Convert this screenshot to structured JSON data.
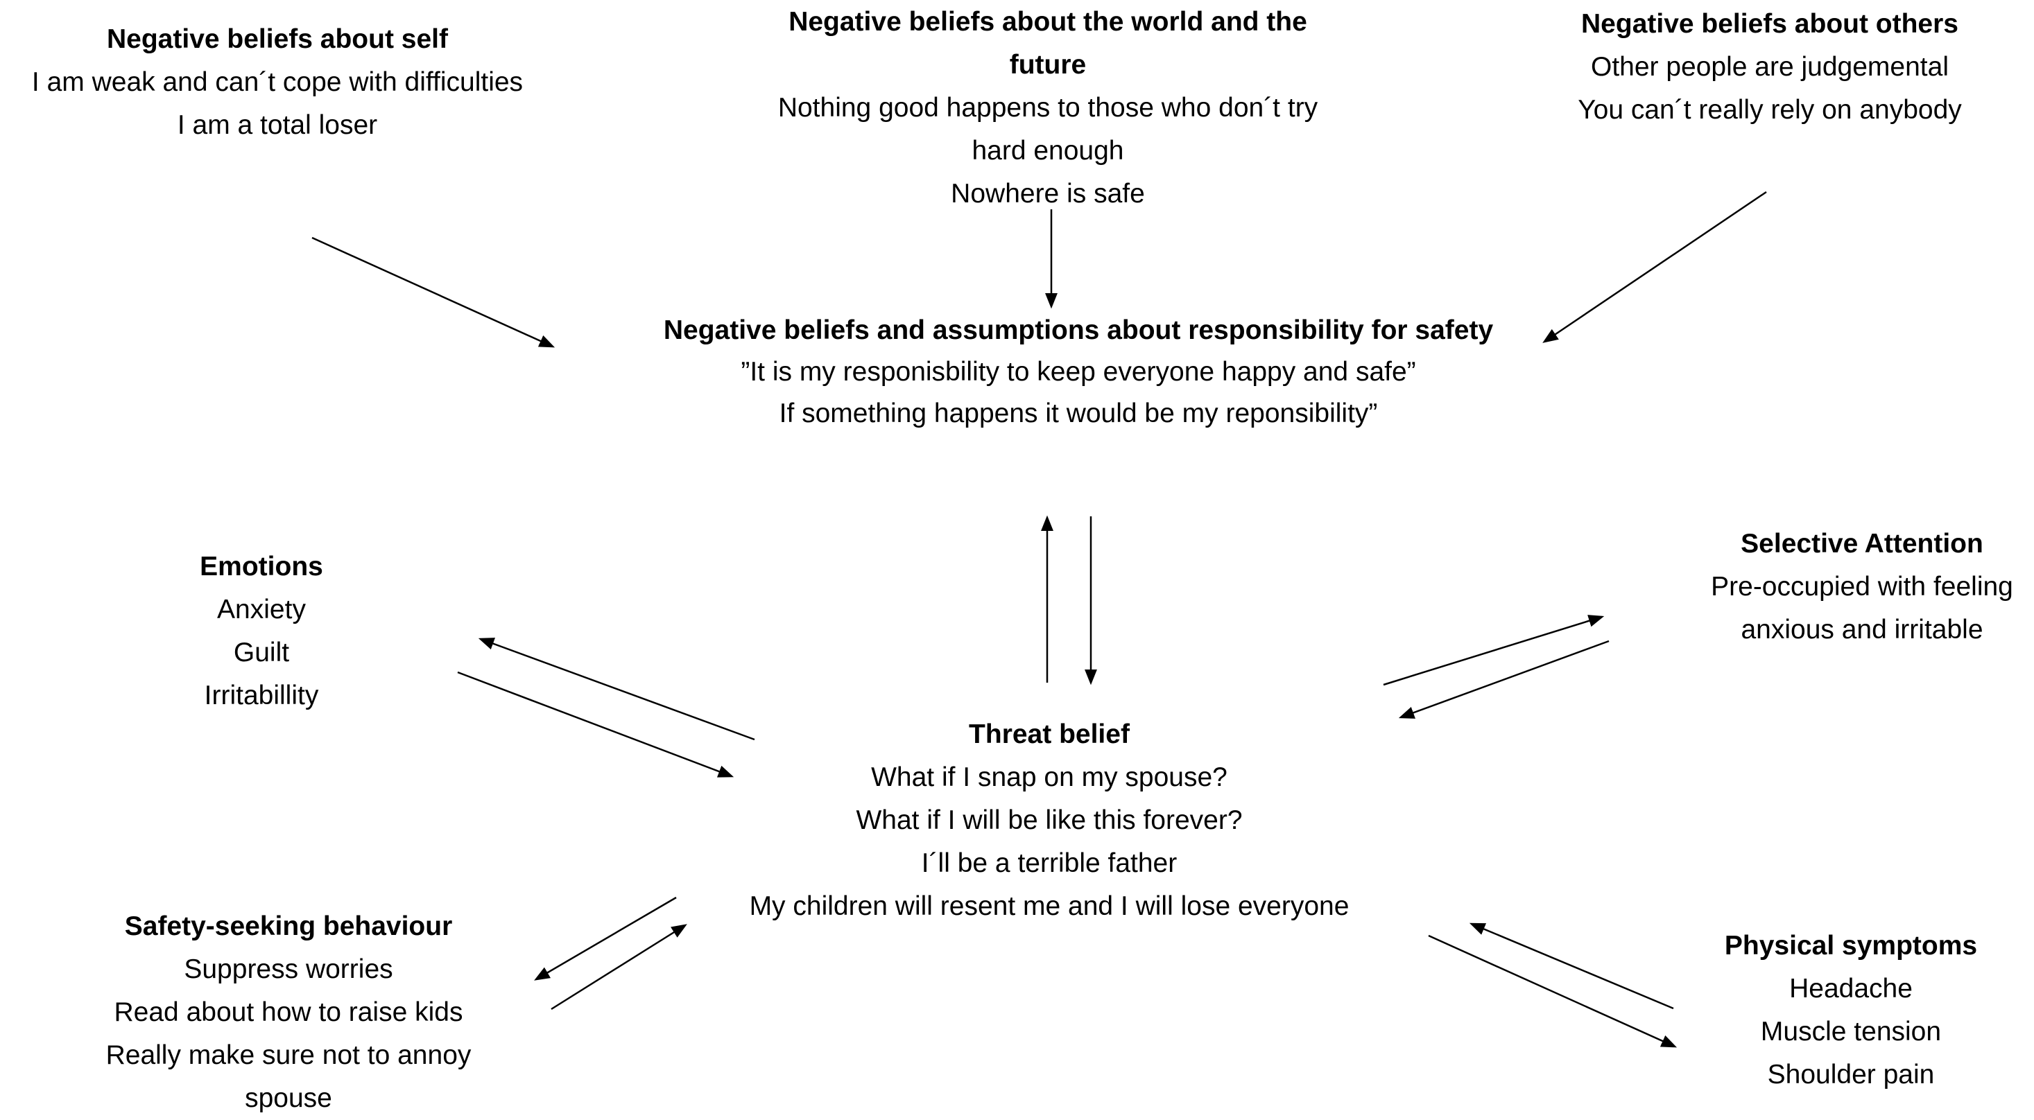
{
  "diagram": {
    "background_color": "#ffffff",
    "text_color": "#000000",
    "nodes": {
      "beliefs_self": {
        "title_lines": [
          "Negative beliefs about self"
        ],
        "lines": [
          "I am weak and can´t cope with difficulties",
          "I am a total loser"
        ]
      },
      "beliefs_world": {
        "title_lines": [
          "Negative beliefs about the world and the",
          "future"
        ],
        "lines": [
          "Nothing good happens to those who don´t try",
          "hard enough",
          "Nowhere is safe"
        ]
      },
      "beliefs_others": {
        "title_lines": [
          "Negative beliefs about others"
        ],
        "lines": [
          "Other people are judgemental",
          "You can´t really rely on anybody"
        ]
      },
      "responsibility": {
        "title_lines": [
          "Negative beliefs and assumptions about responsibility for safety"
        ],
        "lines": [
          "”It is my responisbility to keep everyone happy and safe”",
          "If something happens it would be my reponsibility”"
        ]
      },
      "threat": {
        "title_lines": [
          "Threat belief"
        ],
        "lines": [
          "What if I snap on my spouse?",
          "What if I will be like this forever?",
          "I´ll be a terrible father",
          "My children will resent me and I will lose everyone"
        ]
      },
      "emotions": {
        "title_lines": [
          "Emotions"
        ],
        "lines": [
          "Anxiety",
          "Guilt",
          "Irritabillity"
        ]
      },
      "selective_attention": {
        "title_lines": [
          "Selective Attention"
        ],
        "lines": [
          "Pre-occupied with feeling",
          "anxious and irritable"
        ]
      },
      "safety_behaviour": {
        "title_lines": [
          "Safety-seeking behaviour"
        ],
        "lines": [
          "Suppress worries",
          "Read about how to raise kids",
          "Really make sure not to annoy",
          "spouse"
        ]
      },
      "physical_symptoms": {
        "title_lines": [
          "Physical symptoms"
        ],
        "lines": [
          "Headache",
          "Muscle tension",
          "Shoulder pain"
        ]
      }
    },
    "edges": [
      {
        "from": "beliefs_self",
        "to": "responsibility",
        "bidirectional": false
      },
      {
        "from": "beliefs_world",
        "to": "responsibility",
        "bidirectional": false
      },
      {
        "from": "beliefs_others",
        "to": "responsibility",
        "bidirectional": false
      },
      {
        "from": "responsibility",
        "to": "threat",
        "bidirectional": true
      },
      {
        "from": "threat",
        "to": "emotions",
        "bidirectional": true
      },
      {
        "from": "threat",
        "to": "selective_attention",
        "bidirectional": true
      },
      {
        "from": "threat",
        "to": "safety_behaviour",
        "bidirectional": true
      },
      {
        "from": "threat",
        "to": "physical_symptoms",
        "bidirectional": true
      }
    ]
  }
}
